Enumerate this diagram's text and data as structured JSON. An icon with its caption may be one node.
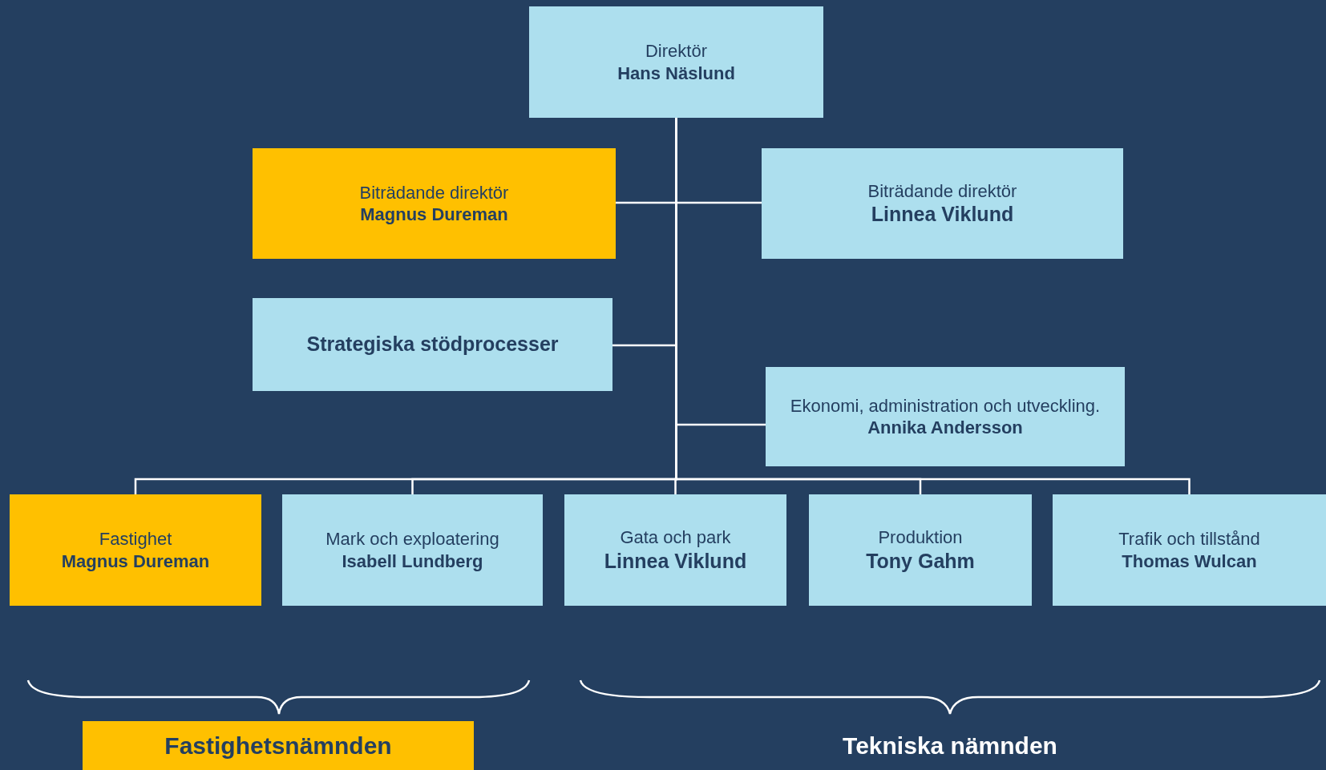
{
  "diagram": {
    "nodes": [
      {
        "text": [
          "Direktör",
          "Hans Näslund"
        ]
      },
      {
        "text": [
          "Biträdande direktör",
          "Magnus Dureman"
        ]
      },
      {
        "text": [
          "Biträdande direktör",
          "Linnea Viklund"
        ]
      },
      {
        "text": [
          "Strategiska stödprocesser"
        ]
      },
      {
        "text": [
          "Ekonomi, administration och utveckling.",
          "Annika Andersson"
        ]
      },
      {
        "text": [
          "Fastighet",
          "Magnus Dureman"
        ]
      },
      {
        "text": [
          "Mark och exploatering",
          "Isabell Lundberg"
        ]
      },
      {
        "text": [
          "Gata och park",
          "Linnea Viklund"
        ]
      },
      {
        "text": [
          "Produktion",
          "Tony Gahm"
        ]
      },
      {
        "text": [
          "Trafik och tillstånd",
          "Thomas Wulcan"
        ]
      },
      {
        "text": [
          "Fastighetsnämnden"
        ]
      }
    ],
    "edges": [
      {
        "from": 0,
        "to": 1,
        "arrow": "none"
      },
      {
        "from": 0,
        "to": 2,
        "arrow": "none"
      },
      {
        "from": 0,
        "to": 3,
        "arrow": "none"
      },
      {
        "from": 0,
        "to": 4,
        "arrow": "none"
      },
      {
        "from": 0,
        "to": 5,
        "arrow": "none"
      },
      {
        "from": 0,
        "to": 6,
        "arrow": "none"
      },
      {
        "from": 0,
        "to": 7,
        "arrow": "none"
      },
      {
        "from": 0,
        "to": 8,
        "arrow": "none"
      },
      {
        "from": 0,
        "to": 9,
        "arrow": "none"
      }
    ],
    "labels": [
      "Tekniska nämnden"
    ]
  }
}
